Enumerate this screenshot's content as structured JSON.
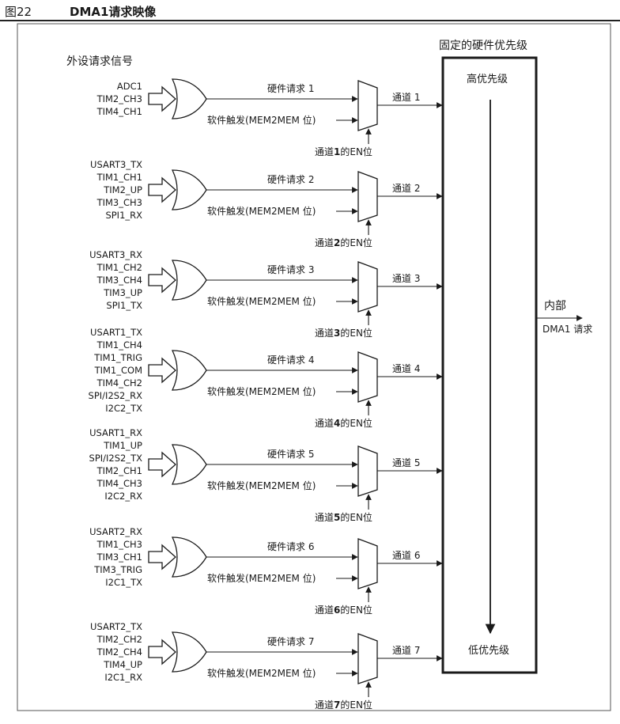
{
  "figure": {
    "number": "图22",
    "caption": "DMA1请求映像"
  },
  "labels": {
    "peripheral_signals": "外设请求信号",
    "fixed_priority": "固定的硬件优先级",
    "high_priority": "高优先级",
    "low_priority": "低优先级",
    "internal": "内部",
    "dma_request": "DMA1 请求"
  },
  "channels": [
    {
      "signals": [
        "ADC1",
        "TIM2_CH3",
        "TIM4_CH1"
      ],
      "hw_request": "硬件请求 1",
      "sw_trigger": "软件触发(MEM2MEM 位)",
      "channel": "通道 1",
      "en_prefix": "通道",
      "en_num": "1",
      "en_suffix": "的EN位"
    },
    {
      "signals": [
        "USART3_TX",
        "TIM1_CH1",
        "TIM2_UP",
        "TIM3_CH3",
        "SPI1_RX"
      ],
      "hw_request": "硬件请求 2",
      "sw_trigger": "软件触发(MEM2MEM 位)",
      "channel": "通道 2",
      "en_prefix": "通道",
      "en_num": "2",
      "en_suffix": "的EN位"
    },
    {
      "signals": [
        "USART3_RX",
        "TIM1_CH2",
        "TIM3_CH4",
        "TIM3_UP",
        "SPI1_TX"
      ],
      "hw_request": "硬件请求 3",
      "sw_trigger": "软件触发(MEM2MEM 位)",
      "channel": "通道 3",
      "en_prefix": "通道",
      "en_num": "3",
      "en_suffix": "的EN位"
    },
    {
      "signals": [
        "USART1_TX",
        "TIM1_CH4",
        "TIM1_TRIG",
        "TIM1_COM",
        "TIM4_CH2",
        "SPI/I2S2_RX",
        "I2C2_TX"
      ],
      "hw_request": "硬件请求 4",
      "sw_trigger": "软件触发(MEM2MEM 位)",
      "channel": "通道 4",
      "en_prefix": "通道",
      "en_num": "4",
      "en_suffix": "的EN位"
    },
    {
      "signals": [
        "USART1_RX",
        "TIM1_UP",
        "SPI/I2S2_TX",
        "TIM2_CH1",
        "TIM4_CH3",
        "I2C2_RX"
      ],
      "hw_request": "硬件请求 5",
      "sw_trigger": "软件触发(MEM2MEM 位)",
      "channel": "通道 5",
      "en_prefix": "通道",
      "en_num": "5",
      "en_suffix": "的EN位"
    },
    {
      "signals": [
        "USART2_RX",
        "TIM1_CH3",
        "TIM3_CH1",
        "TIM3_TRIG",
        "I2C1_TX"
      ],
      "hw_request": "硬件请求 6",
      "sw_trigger": "软件触发(MEM2MEM 位)",
      "channel": "通道 6",
      "en_prefix": "通道",
      "en_num": "6",
      "en_suffix": "的EN位"
    },
    {
      "signals": [
        "USART2_TX",
        "TIM2_CH2",
        "TIM2_CH4",
        "TIM4_UP",
        "I2C1_RX"
      ],
      "hw_request": "硬件请求 7",
      "sw_trigger": "软件触发(MEM2MEM 位)",
      "channel": "通道 7",
      "en_prefix": "通道",
      "en_num": "7",
      "en_suffix": "的EN位"
    }
  ]
}
